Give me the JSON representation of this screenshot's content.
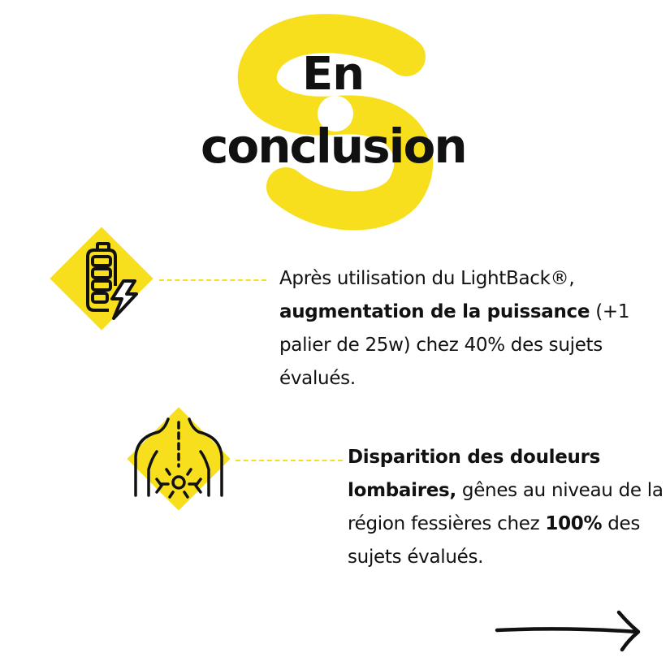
{
  "colors": {
    "accent": "#f7df1e",
    "text": "#111111",
    "background": "#ffffff"
  },
  "title": {
    "line1": "En",
    "line2": "conclusion"
  },
  "logo": {
    "icon": "s-logo-icon"
  },
  "findings": [
    {
      "icon": "battery-charging-icon",
      "intro": "Après utilisation du LightBack®, ",
      "bold": "augmentation de la puissance",
      "rest": " (+1 palier de 25w) chez 40% des sujets évalués."
    },
    {
      "icon": "lower-back-pain-icon",
      "bold": "Disparition des douleurs lombaires,",
      "mid": " gênes au niveau de la région fessières chez ",
      "bold_pct": "100%",
      "rest": " des sujets évalués."
    }
  ],
  "navigation": {
    "icon": "arrow-right-icon"
  }
}
